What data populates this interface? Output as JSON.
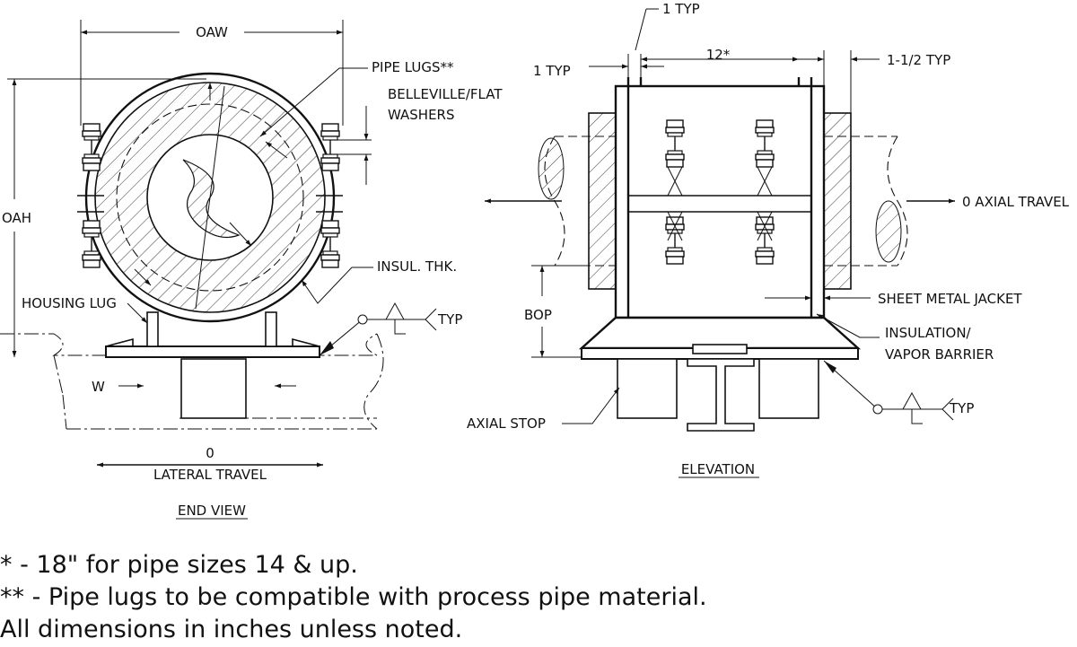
{
  "end_view": {
    "title": "END VIEW",
    "labels": {
      "oaw": "OAW",
      "oah": "OAH",
      "pipe_lugs": "PIPE LUGS**",
      "washers_line1": "BELLEVILLE/FLAT",
      "washers_line2": "WASHERS",
      "insul_thk": "INSUL. THK.",
      "housing_lug": "HOUSING LUG",
      "typ": "TYP",
      "w": "W",
      "lateral_value": "0",
      "lateral_travel": "LATERAL TRAVEL"
    }
  },
  "elevation": {
    "title": "ELEVATION",
    "labels": {
      "one_typ_top": "1 TYP",
      "one_typ_left": "1 TYP",
      "twelve": "12*",
      "one_half_typ": "1-1/2 TYP",
      "axial_travel": "0 AXIAL TRAVEL",
      "bop": "BOP",
      "sheet_metal_jacket": "SHEET METAL JACKET",
      "insulation_line1": "INSULATION/",
      "insulation_line2": "VAPOR BARRIER",
      "typ": "TYP",
      "axial_stop": "AXIAL STOP"
    }
  },
  "notes": [
    "* - 18\" for pipe sizes 14 & up.",
    "** - Pipe lugs to be compatible with process pipe material.",
    "All dimensions in inches unless noted."
  ]
}
